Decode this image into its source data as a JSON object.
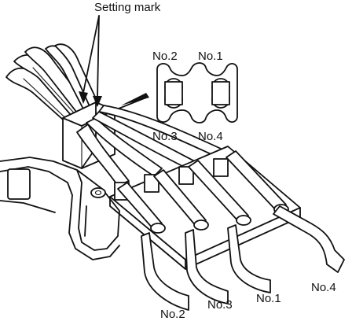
{
  "labels": {
    "setting_mark": "Setting mark",
    "inset": {
      "no2": "No.2",
      "no1": "No.1",
      "no3": "No.3",
      "no4": "No.4"
    },
    "leads": {
      "no2": "No.2",
      "no3": "No.3",
      "no1": "No.1",
      "no4": "No.4"
    }
  },
  "colors": {
    "ink": "#111111",
    "paper": "#ffffff"
  }
}
